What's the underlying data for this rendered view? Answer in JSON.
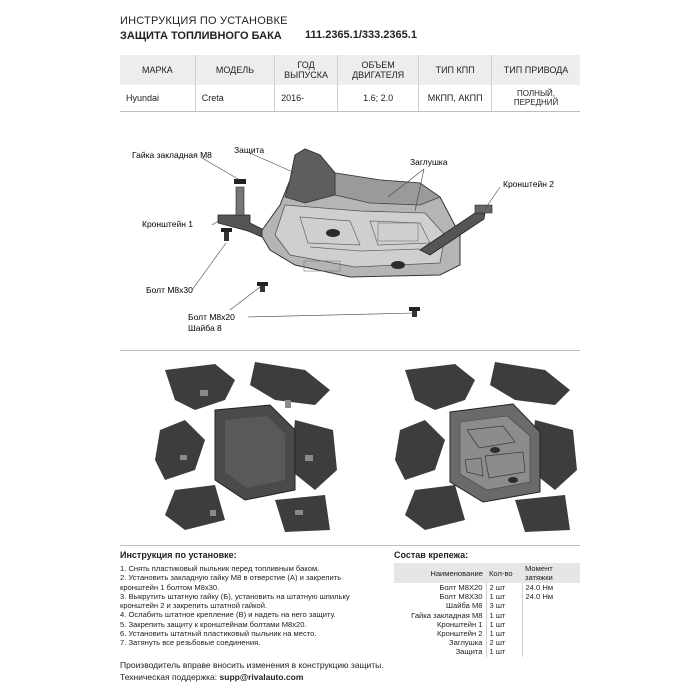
{
  "header": {
    "line1": "ИНСТРУКЦИЯ ПО УСТАНОВКЕ",
    "line2": "ЗАЩИТА ТОПЛИВНОГО БАКА",
    "codes": "111.2365.1/333.2365.1"
  },
  "spec_table": {
    "headers": [
      "МАРКА",
      "МОДЕЛЬ",
      "ГОД ВЫПУСКА",
      "ОБЪЕМ ДВИГАТЕЛЯ",
      "ТИП КПП",
      "ТИП ПРИВОДА"
    ],
    "row": [
      "Hyundai",
      "Creta",
      "2016-",
      "1.6; 2.0",
      "МКПП, АКПП",
      "ПОЛНЫЙ, ПЕРЕДНИЙ"
    ]
  },
  "diagram_labels": {
    "nut": "Гайка закладная М8",
    "guard": "Защита",
    "plug": "Заглушка",
    "bracket2": "Кронштейн 2",
    "bracket1": "Кронштейн 1",
    "bolt30": "Болт М8х30",
    "bolt20": "Болт М8х20",
    "washer": "Шайба 8"
  },
  "instructions": {
    "title": "Инструкция по установке:",
    "steps": [
      "1. Снять пластиковый пыльник перед топливным баком.",
      "2. Установить закладную гайку М8 в отверстие (А) и закрепить",
      "кронштейн 1 болтом М8х30.",
      "3. Выкрутить штатную гайку (Б), установить на штатную шпильку",
      "кронштейн 2 и закрепить штатной гайкой.",
      "4. Ослабить штатное крепление (В) и надеть на него защиту.",
      "5. Закрепить защиту к кронштейнам болтами М8х20.",
      "6. Установить штатный пластиковый пыльник на место.",
      "7. Затянуть все резьбовые соединения."
    ]
  },
  "fasteners": {
    "title": "Состав крепежа:",
    "headers": [
      "Наименование",
      "Кол-во",
      "Момент затяжки"
    ],
    "rows": [
      [
        "Болт М8Х20",
        "2 шт",
        "24.0 Нм"
      ],
      [
        "Болт М8Х30",
        "1 шт",
        "24.0 Нм"
      ],
      [
        "Шайба М8",
        "3 шт",
        ""
      ],
      [
        "Гайка закладная М8",
        "1 шт",
        ""
      ],
      [
        "Кронштейн 1",
        "1 шт",
        ""
      ],
      [
        "Кронштейн 2",
        "1 шт",
        ""
      ],
      [
        "Заглушка",
        "2 шт",
        ""
      ],
      [
        "Защита",
        "1 шт",
        ""
      ]
    ]
  },
  "footer": {
    "line1": "Производитель вправе вносить изменения в конструкцию защиты.",
    "support_label": "Техническая поддержка:",
    "support_email": "supp@rivalauto.com"
  }
}
